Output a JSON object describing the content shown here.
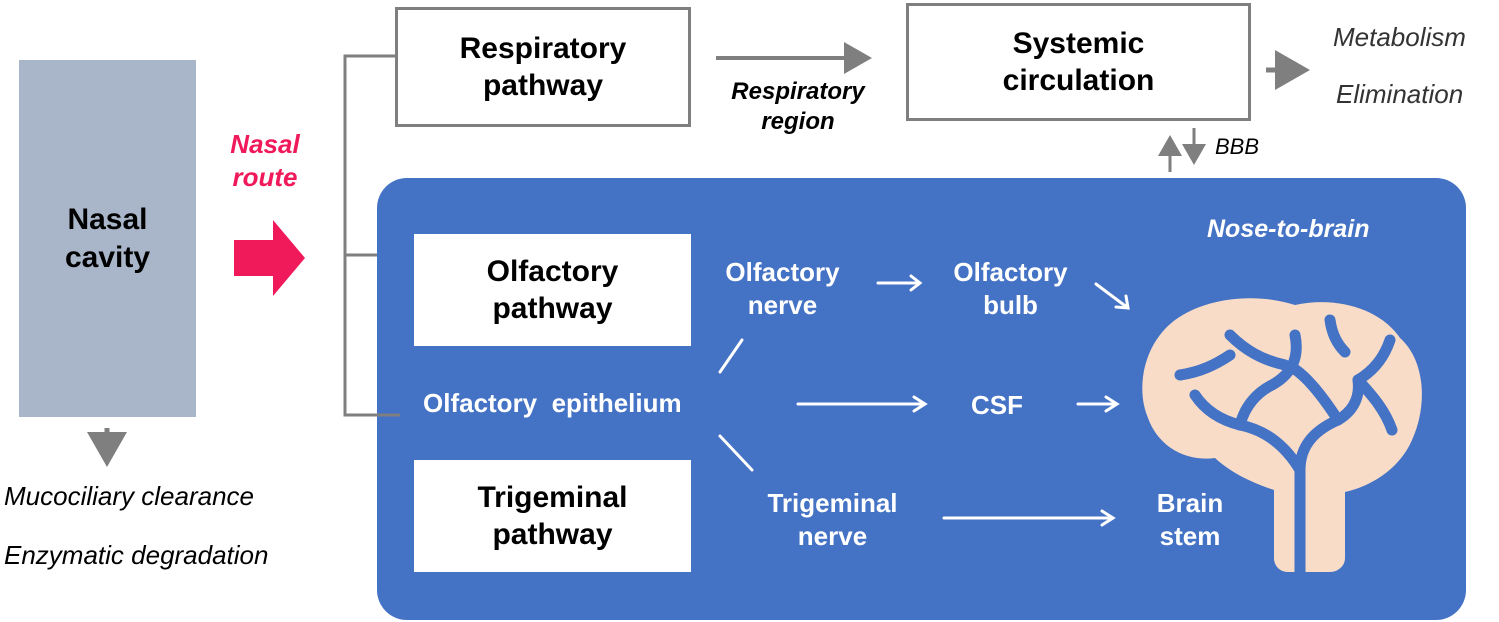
{
  "nasal_cavity": {
    "label_line1": "Nasal",
    "label_line2": "cavity"
  },
  "nasal_route": {
    "line1": "Nasal",
    "line2": "route"
  },
  "clearance": {
    "line1": "Mucociliary clearance",
    "line2": "Enzymatic degradation"
  },
  "respiratory_pathway": {
    "line1": "Respiratory",
    "line2": "pathway"
  },
  "respiratory_region": {
    "line1": "Respiratory",
    "line2": "region"
  },
  "systemic_circulation": {
    "line1": "Systemic",
    "line2": "circulation"
  },
  "fate": {
    "line1": "Metabolism",
    "line2": "Elimination"
  },
  "bbb": "BBB",
  "nose_to_brain": "Nose-to-brain",
  "olfactory_pathway": {
    "line1": "Olfactory",
    "line2": "pathway"
  },
  "trigeminal_pathway": {
    "line1": "Trigeminal",
    "line2": "pathway"
  },
  "olfactory_nerve": {
    "line1": "Olfactory",
    "line2": "nerve"
  },
  "olfactory_bulb": {
    "line1": "Olfactory",
    "line2": "bulb"
  },
  "olfactory_epithelium": "Olfactory  epithelium",
  "csf": "CSF",
  "trigeminal_nerve": {
    "line1": "Trigeminal",
    "line2": "nerve"
  },
  "brain_stem": {
    "line1": "Brain",
    "line2": "stem"
  },
  "colors": {
    "panel_blue": "#4472c4",
    "cavity_gray": "#a9b5c8",
    "route_pink": "#f0195a",
    "connector_gray": "#7f7f7f",
    "brain_skin": "#f8dcc8"
  }
}
